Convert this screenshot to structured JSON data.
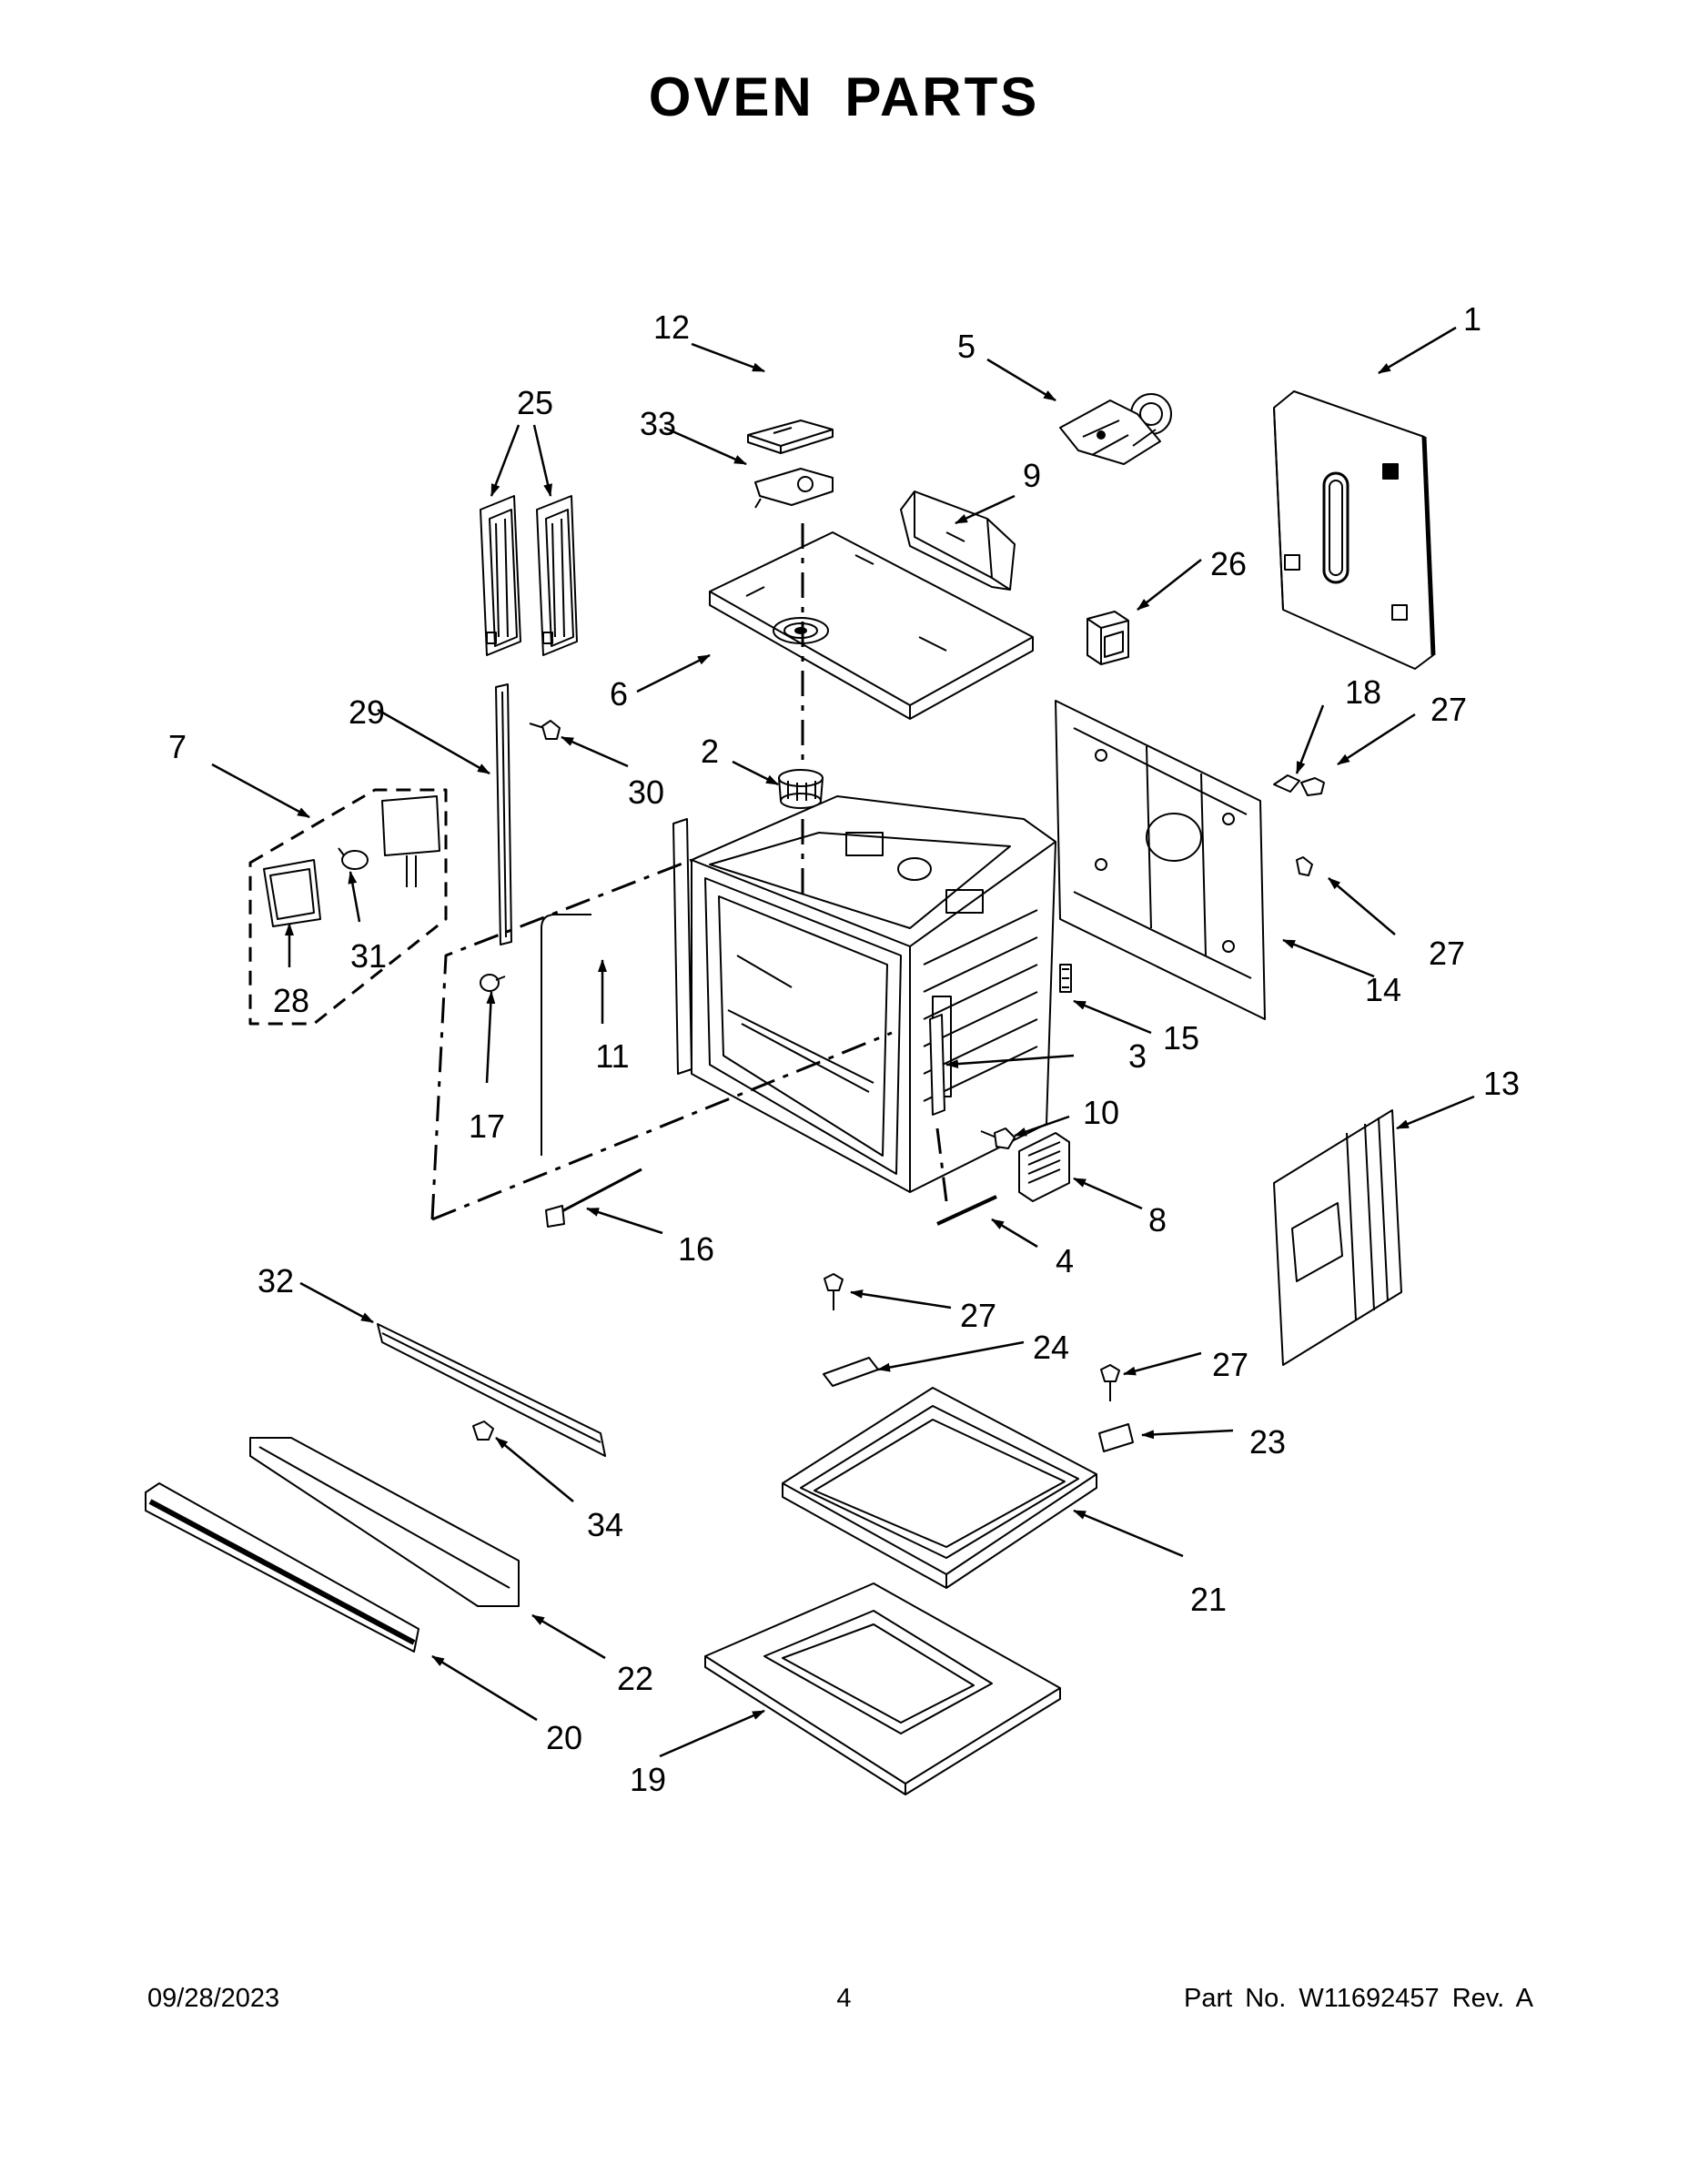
{
  "title": "OVEN PARTS",
  "footer": {
    "date": "09/28/2023",
    "page": "4",
    "part": "Part No.  W11692457  Rev.  A"
  },
  "callouts": [
    {
      "id": "c1",
      "text": "1"
    },
    {
      "id": "c2",
      "text": "2"
    },
    {
      "id": "c3",
      "text": "3"
    },
    {
      "id": "c4",
      "text": "4"
    },
    {
      "id": "c5",
      "text": "5"
    },
    {
      "id": "c6",
      "text": "6"
    },
    {
      "id": "c7",
      "text": "7"
    },
    {
      "id": "c8",
      "text": "8"
    },
    {
      "id": "c9",
      "text": "9"
    },
    {
      "id": "c10",
      "text": "10"
    },
    {
      "id": "c11",
      "text": "11"
    },
    {
      "id": "c12",
      "text": "12"
    },
    {
      "id": "c13",
      "text": "13"
    },
    {
      "id": "c14",
      "text": "14"
    },
    {
      "id": "c15",
      "text": "15"
    },
    {
      "id": "c16",
      "text": "16"
    },
    {
      "id": "c17",
      "text": "17"
    },
    {
      "id": "c18",
      "text": "18"
    },
    {
      "id": "c19",
      "text": "19"
    },
    {
      "id": "c20",
      "text": "20"
    },
    {
      "id": "c21",
      "text": "21"
    },
    {
      "id": "c22",
      "text": "22"
    },
    {
      "id": "c23",
      "text": "23"
    },
    {
      "id": "c24",
      "text": "24"
    },
    {
      "id": "c25",
      "text": "25"
    },
    {
      "id": "c26",
      "text": "26"
    },
    {
      "id": "c27a",
      "text": "27"
    },
    {
      "id": "c27b",
      "text": "27"
    },
    {
      "id": "c27c",
      "text": "27"
    },
    {
      "id": "c27d",
      "text": "27"
    },
    {
      "id": "c28",
      "text": "28"
    },
    {
      "id": "c29",
      "text": "29"
    },
    {
      "id": "c30",
      "text": "30"
    },
    {
      "id": "c31",
      "text": "31"
    },
    {
      "id": "c32",
      "text": "32"
    },
    {
      "id": "c33",
      "text": "33"
    },
    {
      "id": "c34",
      "text": "34"
    }
  ]
}
